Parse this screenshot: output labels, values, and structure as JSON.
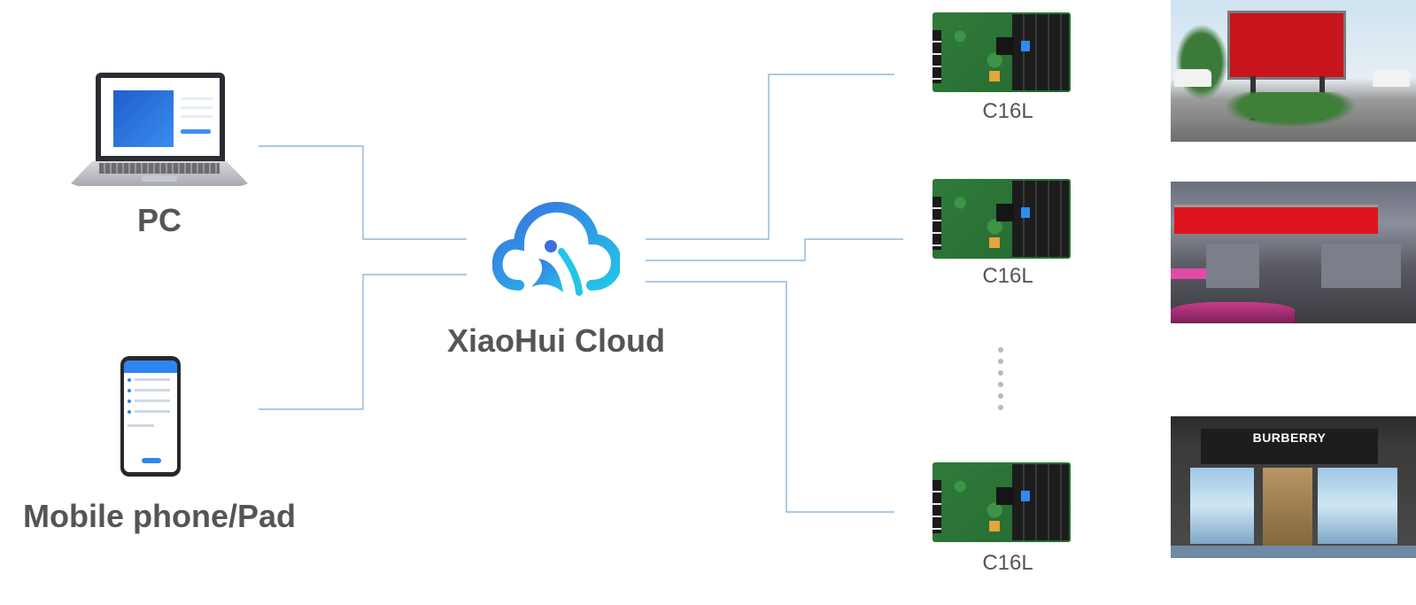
{
  "sources": {
    "pc_label": "PC",
    "mobile_label": "Mobile phone/Pad"
  },
  "cloud": {
    "label": "XiaoHui Cloud",
    "gradient_start": "#3b6fe0",
    "gradient_end": "#22c6e8"
  },
  "controllers": [
    {
      "label": "C16L"
    },
    {
      "label": "C16L"
    },
    {
      "label": "C16L"
    }
  ],
  "photos": {
    "store_brand": "BURBERRY"
  },
  "colors": {
    "connector_line": "#7aaad8",
    "label_text": "#555555"
  }
}
